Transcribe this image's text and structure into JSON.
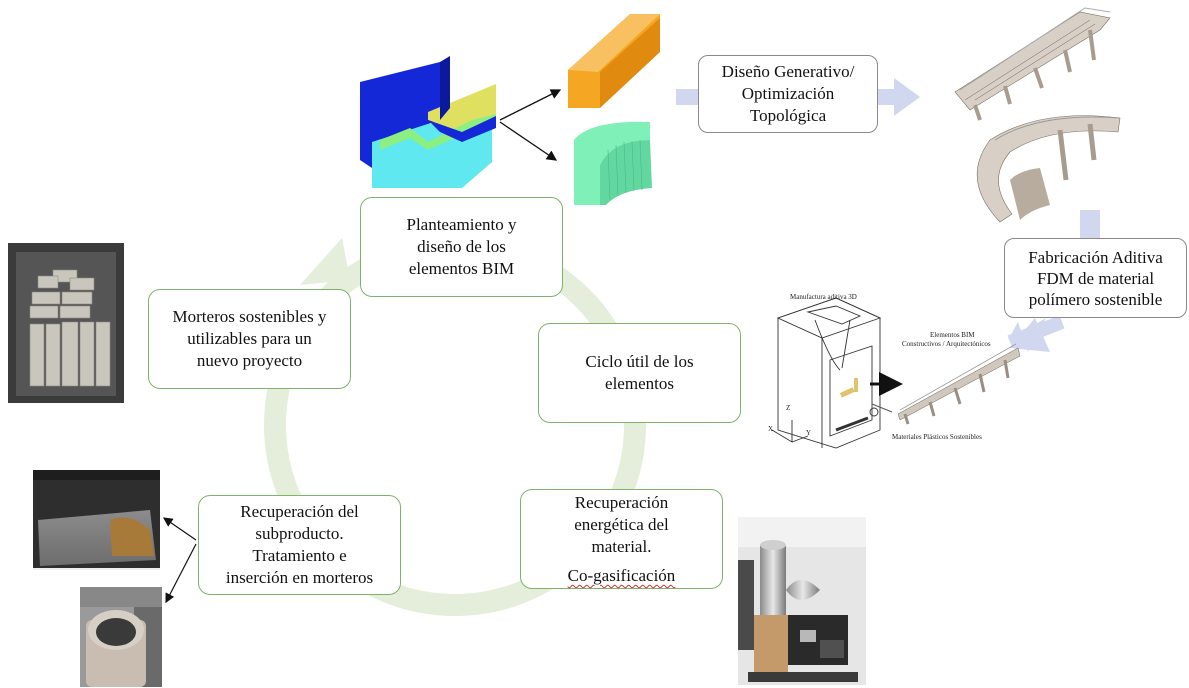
{
  "boxes": {
    "planteamiento": [
      "Planteamiento y",
      "diseño de los",
      "elementos BIM"
    ],
    "ciclo": [
      "Ciclo útil de los",
      "elementos"
    ],
    "recuperacion_energetica": [
      "Recuperación",
      "energética del",
      "material."
    ],
    "cogasificacion": "Co-gasificación",
    "recuperacion_subproducto": [
      "Recuperación del",
      "subproducto.",
      "Tratamiento e",
      "inserción en morteros"
    ],
    "morteros": [
      "Morteros sostenibles y",
      "utilizables para un",
      "nuevo proyecto"
    ],
    "diseno": [
      "Diseño Generativo/",
      "Optimización",
      "Topológica"
    ],
    "fabricacion": [
      "Fabricación Aditiva",
      "FDM de material",
      "polímero sostenible"
    ]
  },
  "printer_labels": {
    "title": "Manufactura aditiva 3D",
    "elements_1": "Elementos BIM",
    "elements_2": "Constructivos / Arquitectónicos",
    "materials": "Materiales Plásticos Sostenibles",
    "axis_x": "X",
    "axis_y": "Y",
    "axis_z": "Z"
  },
  "colors": {
    "cycle_ring": "#e4eedb",
    "green_border": "#7fb36a",
    "grey_border": "#8a8a8a",
    "flow_arrow": "#d0d7ee",
    "bim_blue": "#1428d8",
    "bim_cyan": "#5fe8f0",
    "bim_yellow": "#e0e060",
    "bim_green": "#8cf080",
    "orange_beam": "#f5a623",
    "green_curve": "#7ff0b8"
  }
}
